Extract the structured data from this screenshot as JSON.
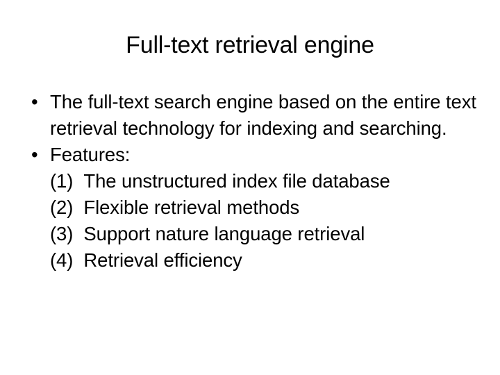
{
  "slide": {
    "title": "Full-text retrieval engine",
    "background_color": "#FFFFFF",
    "text_color": "#000000",
    "bullet_glyph": "•",
    "bullets": [
      {
        "marker": "•",
        "text": "The full-text search engine based on the entire text retrieval technology for indexing and searching."
      },
      {
        "marker": "•",
        "text": "Features:"
      }
    ],
    "numbered_items": [
      {
        "label": "(1)",
        "text": "The unstructured index file database"
      },
      {
        "label": "(2)",
        "text": "Flexible retrieval methods"
      },
      {
        "label": "(3)",
        "text": "Support nature language retrieval"
      },
      {
        "label": "(4)",
        "text": "Retrieval efficiency"
      }
    ]
  }
}
